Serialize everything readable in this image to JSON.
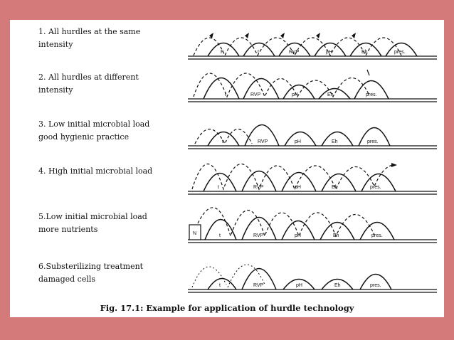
{
  "rows": [
    {
      "label1": "1. All hurdles at the same",
      "label2": "intensity",
      "hurdles": [
        "F",
        "t",
        "RVP",
        "pH",
        "Eh",
        "pres."
      ]
    },
    {
      "label1": "2. All hurdles at different",
      "label2": "intensity",
      "hurdles": [
        "t",
        "RVP",
        "pH",
        "Eh",
        "pres."
      ]
    },
    {
      "label1": "3. Low initial microbial load",
      "label2": "good hygienic practice",
      "hurdles": [
        "t",
        "RVP",
        "pH",
        "Eh",
        "pres."
      ]
    },
    {
      "label1": "4. High initial microbial load",
      "label2": "",
      "hurdles": [
        "t",
        "RVP",
        "pH",
        "Eh",
        "pres."
      ]
    },
    {
      "label1": "5.Low initial microbial load",
      "label2": "more nutrients",
      "hurdles": [
        "N",
        "t",
        "RVP",
        "pH",
        "Eh",
        "pres."
      ]
    },
    {
      "label1": "6.Substerilizing treatment",
      "label2": "damaged cells",
      "hurdles": [
        "t",
        "RVP",
        "pH",
        "Eh",
        "pres."
      ]
    }
  ],
  "caption": "Fig. 17.1: Example for application of hurdle technology"
}
